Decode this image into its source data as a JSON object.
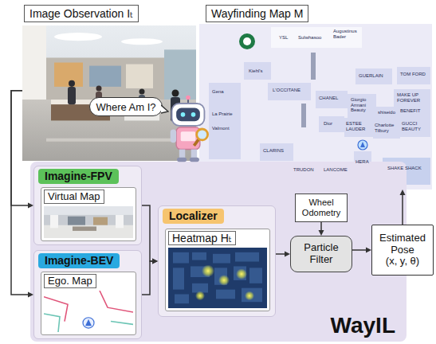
{
  "diagram": {
    "nodes": [
      {
        "text": [
          "Image Observation Iₜ"
        ]
      },
      {
        "text": [
          "Wayfinding Map M"
        ]
      },
      {
        "text": [
          "Where Am I?"
        ]
      },
      {
        "text": [
          "WayIL"
        ]
      },
      {
        "text": [
          "Imagine-FPV"
        ],
        "in": 3
      },
      {
        "text": [
          "Virtual Map"
        ],
        "in": 4
      },
      {
        "text": [
          "Imagine-BEV"
        ],
        "in": 3
      },
      {
        "text": [
          "Ego. Map"
        ],
        "in": 6
      },
      {
        "text": [
          "Localizer"
        ],
        "in": 3
      },
      {
        "text": [
          "Heatmap Hₜ"
        ],
        "in": 8
      },
      {
        "text": [
          "Wheel Odometry"
        ],
        "in": 3
      },
      {
        "text": [
          "Particle Filter"
        ],
        "in": 3
      },
      {
        "text": [
          "Estimated Pose (x, y, θ)"
        ]
      }
    ],
    "edges": [
      {
        "from": 0,
        "to": 4,
        "arrow": "to"
      },
      {
        "from": 0,
        "to": 6,
        "arrow": "to"
      },
      {
        "from": 4,
        "to": 8,
        "arrow": "to"
      },
      {
        "from": 6,
        "to": 8,
        "arrow": "to"
      },
      {
        "from": 8,
        "to": 11,
        "arrow": "to"
      },
      {
        "from": 10,
        "to": 11,
        "arrow": "to"
      },
      {
        "from": 11,
        "to": 12,
        "arrow": "to"
      },
      {
        "from": 12,
        "to": 1,
        "arrow": "to"
      }
    ],
    "labels": [
      "YSL",
      "Sulwhasoo",
      "Augustinus Bader",
      "Kiehl's",
      "GUERLAIN",
      "TOM FORD",
      "Gena",
      "L'OCCITANE",
      "CHANEL",
      "MAKE UP FOREVER",
      "Giorgio Armani Beauty",
      "shiseido",
      "BENEFIT",
      "La Prairie",
      "Dior",
      "ESTEE LAUDER",
      "GUCCI BEAUTY",
      "Charlotte Tilbury",
      "Valmont",
      "CLARINS",
      "HERA",
      "TRUDON",
      "LANCOME",
      "SHAKE SHACK"
    ]
  }
}
